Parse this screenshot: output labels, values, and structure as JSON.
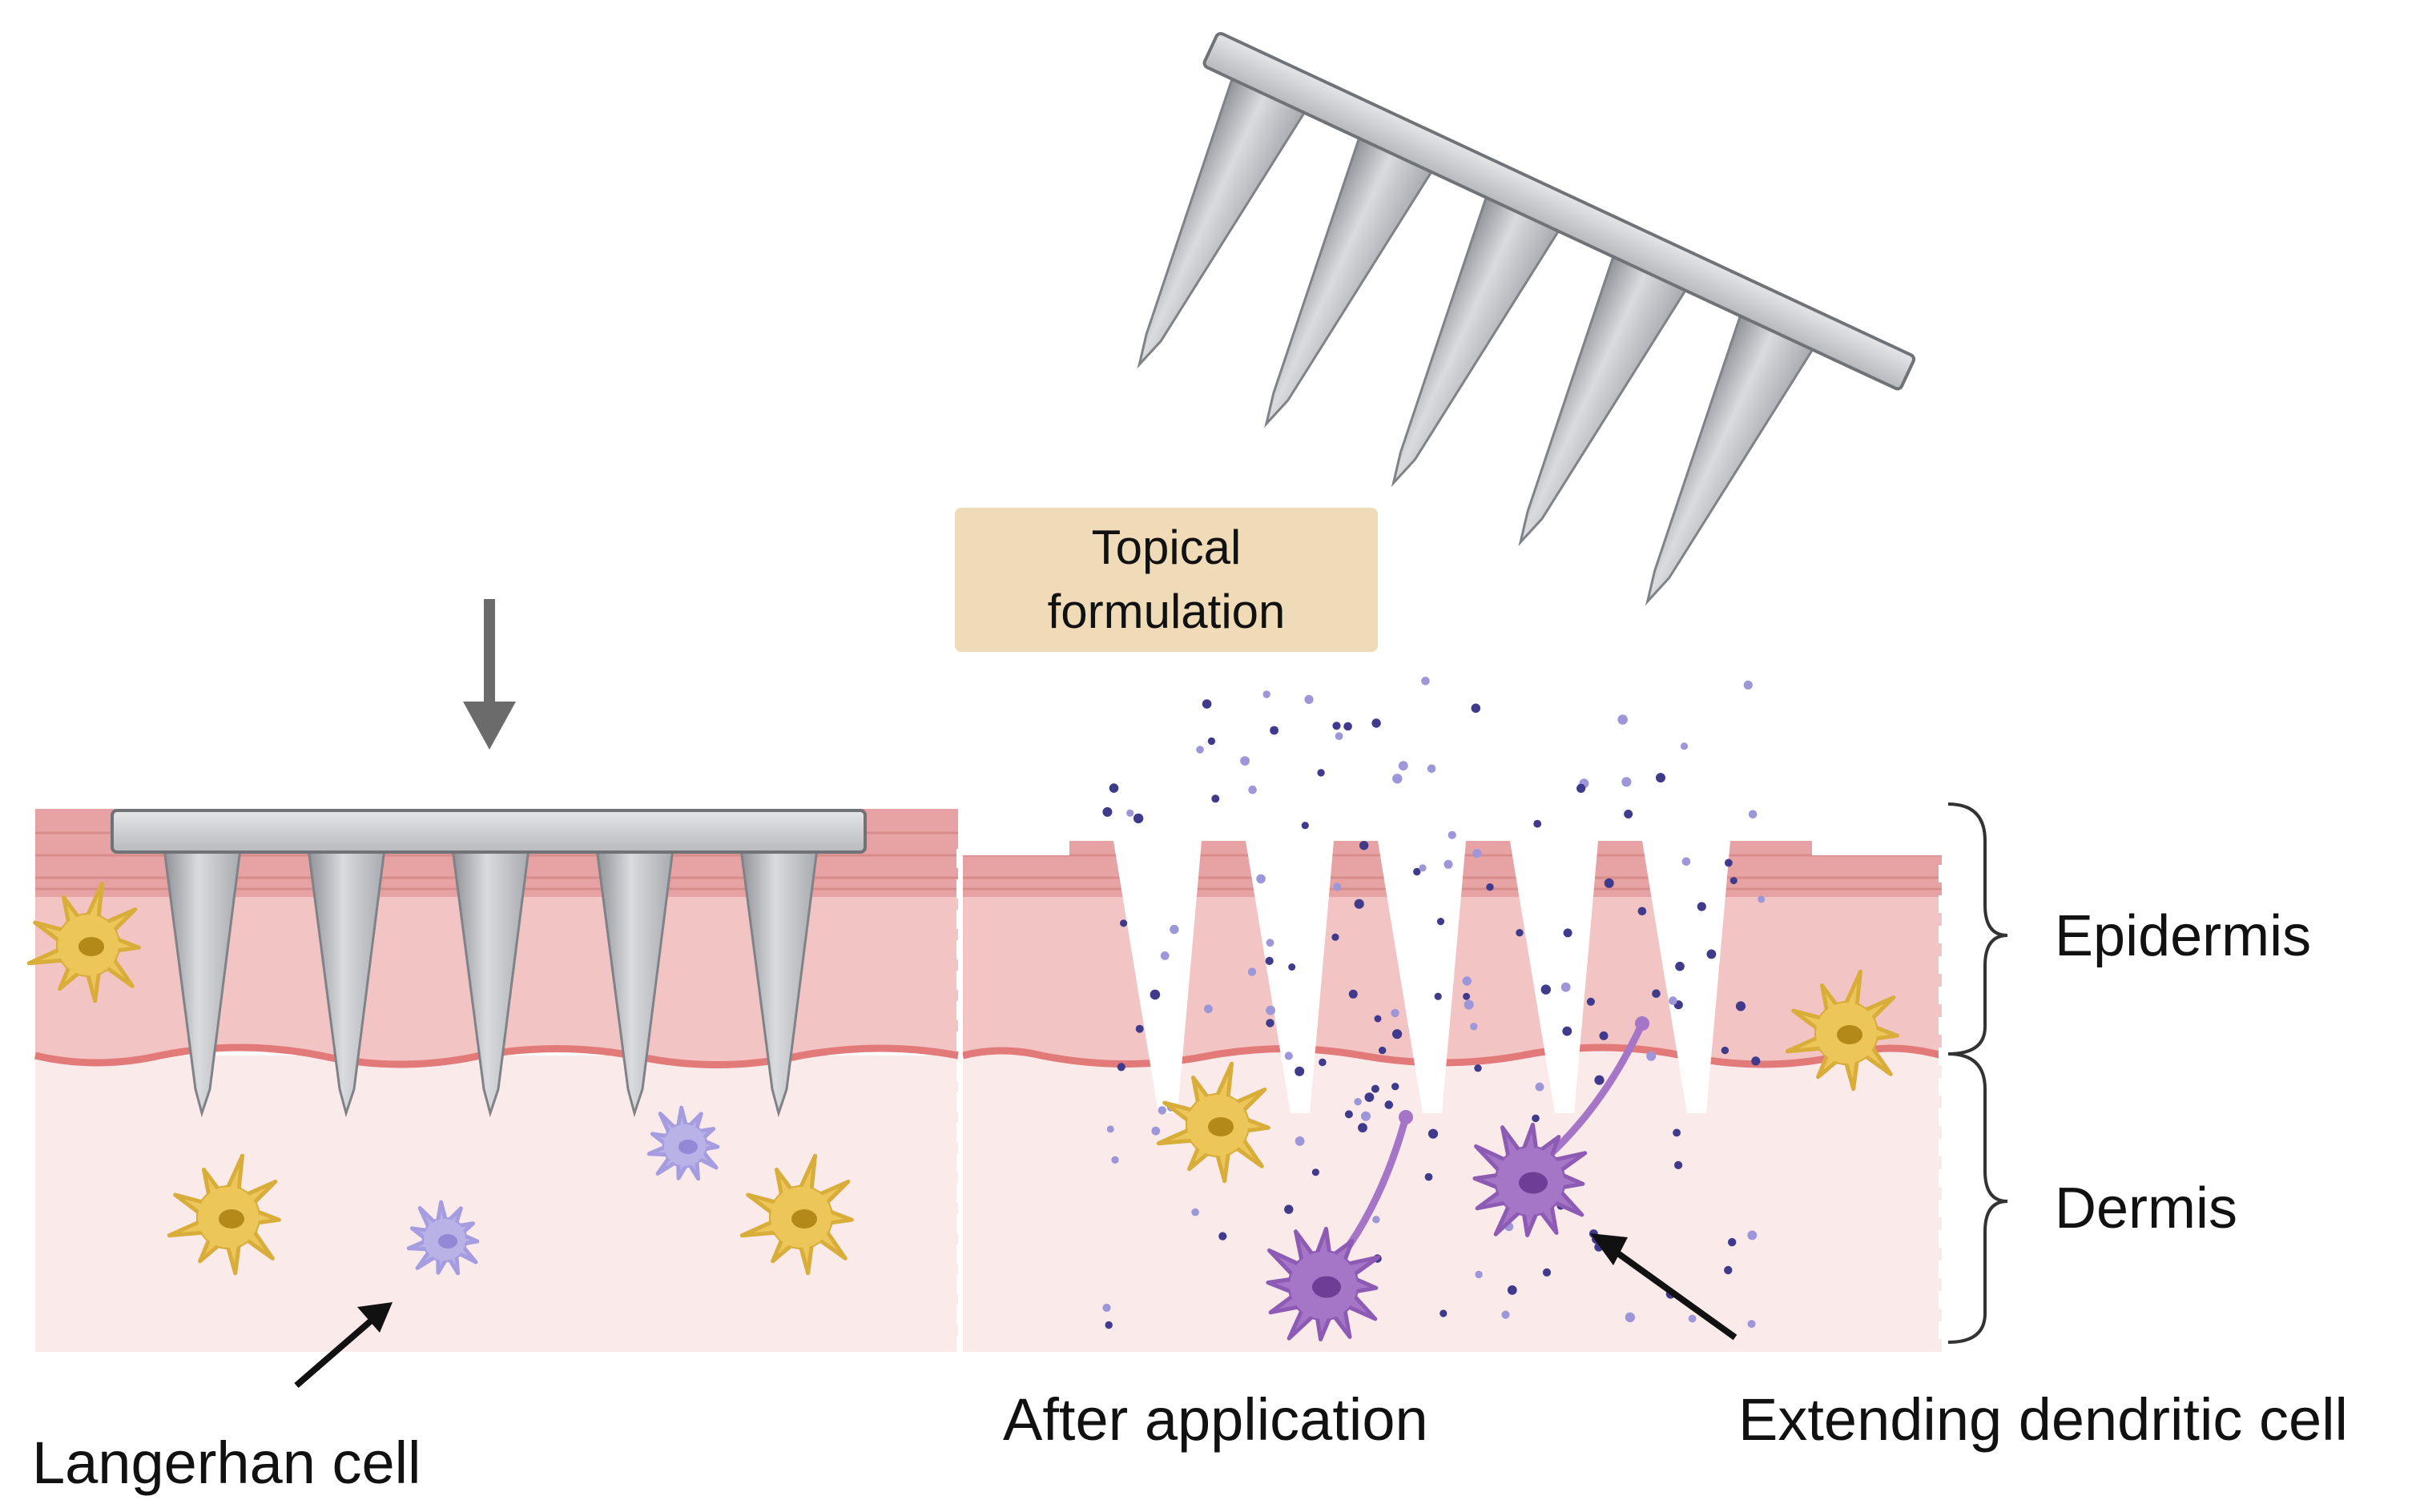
{
  "labels": {
    "topical_line1": "Topical",
    "topical_line2": "formulation",
    "epidermis": "Epidermis",
    "dermis": "Dermis",
    "after_application": "After application",
    "extending_dendritic_cell": "Extending dendritic cell",
    "langerhan_cell": "Langerhan cell"
  },
  "colors": {
    "stratum_corneum": "#e7a3a3",
    "epidermis": "#f3c4c4",
    "dermis": "#fbeaea",
    "junction_line": "#e27a7a",
    "needle": "#bfc2c6",
    "needle_dark": "#8d9095",
    "langerhans_cell": "#ecc659",
    "langerhans_nucleus": "#b38a1a",
    "small_cell": "#b9b2e6",
    "dendritic_cell": "#a575c7",
    "particles": "#3f3a8c",
    "label_box": "#efdbb8",
    "arrow": "#6b6b6b"
  },
  "icons": [
    "microneedle-patch-icon",
    "press-arrow-icon",
    "langerhans-cell-icon",
    "dendritic-cell-icon",
    "particle-cloud-icon",
    "brace-icon",
    "pointer-arrow-icon"
  ]
}
